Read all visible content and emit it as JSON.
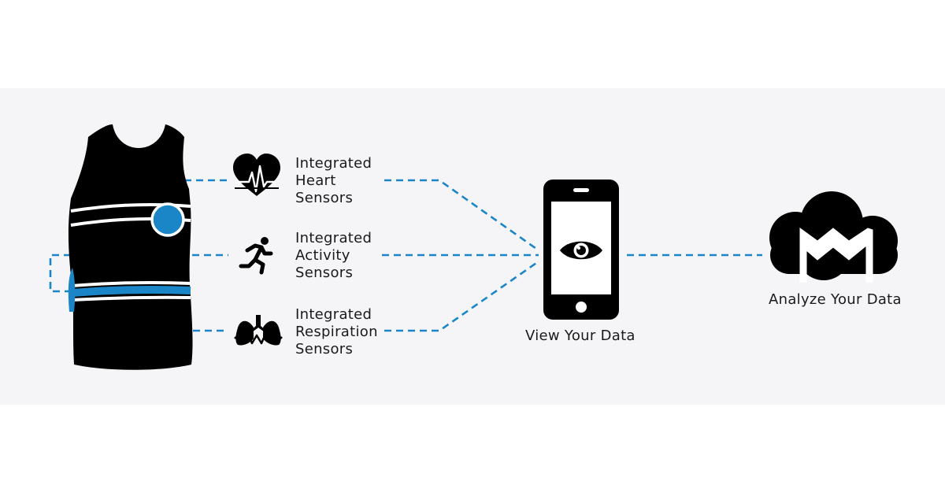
{
  "colors": {
    "accent": "#1a86c8",
    "ink": "#000000",
    "band": "#f5f5f7"
  },
  "sensors": [
    {
      "icon": "heart-rate-icon",
      "lines": [
        "Integrated",
        "Heart",
        "Sensors"
      ]
    },
    {
      "icon": "runner-icon",
      "lines": [
        "Integrated",
        "Activity",
        "Sensors"
      ]
    },
    {
      "icon": "lungs-icon",
      "lines": [
        "Integrated",
        "Respiration",
        "Sensors"
      ]
    }
  ],
  "phone": {
    "icon": "eye-icon",
    "label": "View Your Data"
  },
  "cloud": {
    "icon": "cloud-logo-icon",
    "label": "Analyze Your Data"
  }
}
